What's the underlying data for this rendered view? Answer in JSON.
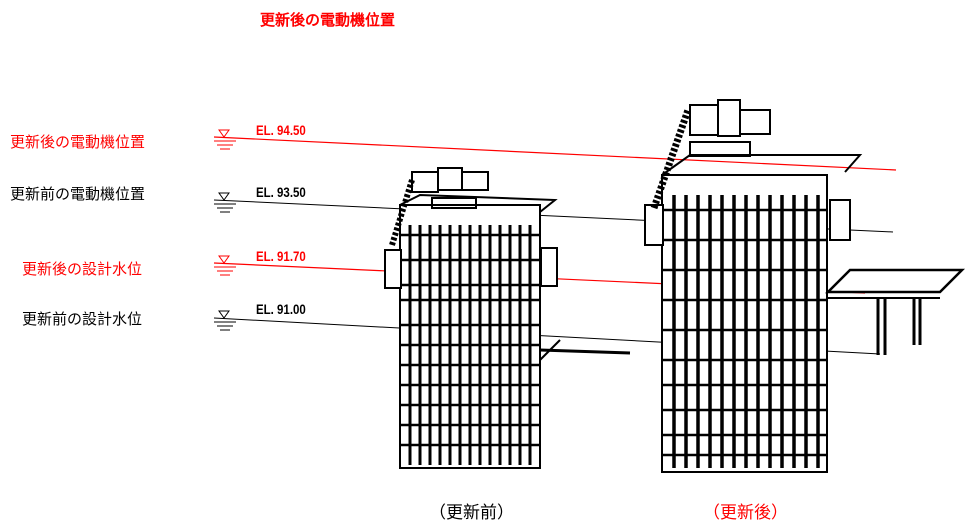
{
  "header": {
    "title": "更新後の電動機位置"
  },
  "levels": [
    {
      "label": "更新後の電動機位置",
      "elevation": "EL. 94.50",
      "color": "#ff0000"
    },
    {
      "label": "更新前の電動機位置",
      "elevation": "EL. 93.50",
      "color": "#000000"
    },
    {
      "label": "更新後の設計水位",
      "elevation": "EL. 91.70",
      "color": "#ff0000"
    },
    {
      "label": "更新前の設計水位",
      "elevation": "EL. 91.00",
      "color": "#000000"
    }
  ],
  "captions": {
    "before": "（更新前）",
    "after": "（更新後）"
  },
  "colors": {
    "after": "#ff0000",
    "before": "#000000"
  },
  "icons": {
    "water_level_symbol": "water-level-triangle-icon"
  }
}
